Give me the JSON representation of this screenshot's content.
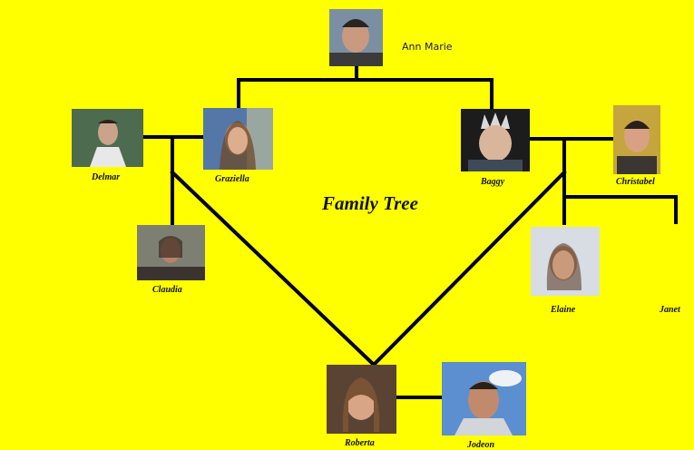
{
  "title": "Family Tree",
  "colors": {
    "background": "#ffff00",
    "line": "#000000"
  },
  "people": {
    "ann_marie": {
      "name": "Ann Marie"
    },
    "delmar": {
      "name": "Delmar"
    },
    "graziella": {
      "name": "Graziella"
    },
    "claudia": {
      "name": "Claudia"
    },
    "baggy": {
      "name": "Baggy"
    },
    "christabel": {
      "name": "Christabel"
    },
    "elaine": {
      "name": "Elaine"
    },
    "janet": {
      "name": "Janet"
    },
    "roberta": {
      "name": "Roberta"
    },
    "jodeon": {
      "name": "Jodeon"
    }
  }
}
